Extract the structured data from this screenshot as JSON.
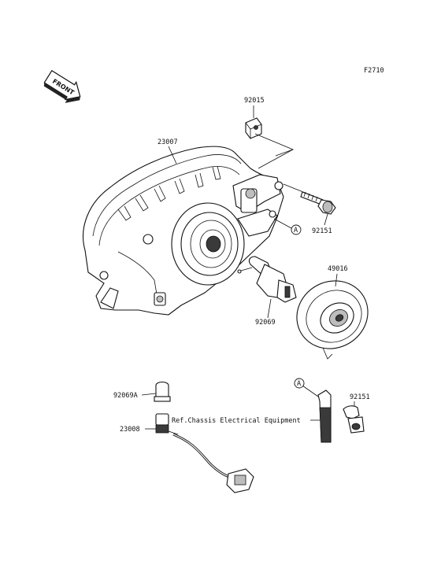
{
  "figure_code": "F2710",
  "front_label": "FRONT",
  "callout_a": "A",
  "parts": {
    "p92015": "92015",
    "p23007": "23007",
    "p92151_top": "92151",
    "p92069": "92069",
    "p49016": "49016",
    "p92069A": "92069A",
    "p23008": "23008",
    "p92151_bottom": "92151"
  },
  "reference_note": "Ref.Chassis Electrical Equipment"
}
